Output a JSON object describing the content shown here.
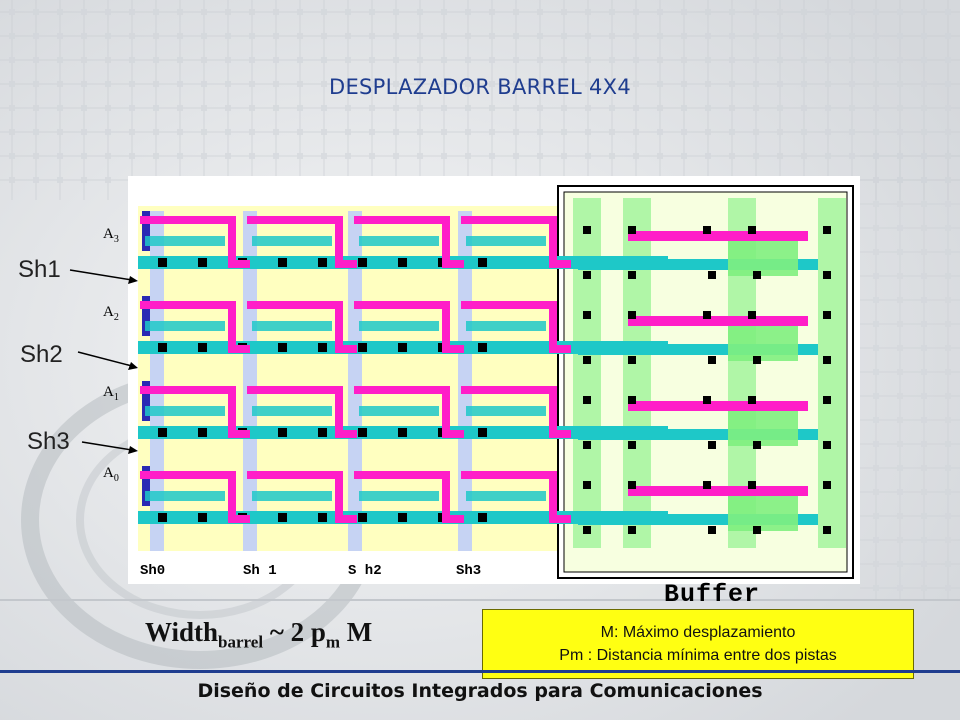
{
  "title": "DESPLAZADOR BARREL 4X4",
  "sh_inputs": [
    "Sh1",
    "Sh2",
    "Sh3"
  ],
  "a_inputs": [
    {
      "letter": "A",
      "index": "3"
    },
    {
      "letter": "A",
      "index": "2"
    },
    {
      "letter": "A",
      "index": "1"
    },
    {
      "letter": "A",
      "index": "0"
    }
  ],
  "columns": [
    "Sh0",
    "Sh 1",
    "S h2",
    "Sh3"
  ],
  "buffer_label": "Buffer",
  "formula": {
    "main": "Width",
    "sub": "barrel",
    "mid": " ~ 2 p",
    "sub2": "m",
    "tail": " M"
  },
  "legend": [
    "M: Máximo desplazamiento",
    "Pm : Distancia mínima entre dos pistas"
  ],
  "footer": "Diseño de Circuitos Integrados para Comunicaciones",
  "colors": {
    "title": "#1f3d8f",
    "metal1": "#1ec8c8",
    "metal2": "#ff1ec8",
    "poly": "#2a2ab4",
    "diffusion": "#80f080",
    "well": "#ffffc0",
    "note": "#ffff12"
  }
}
